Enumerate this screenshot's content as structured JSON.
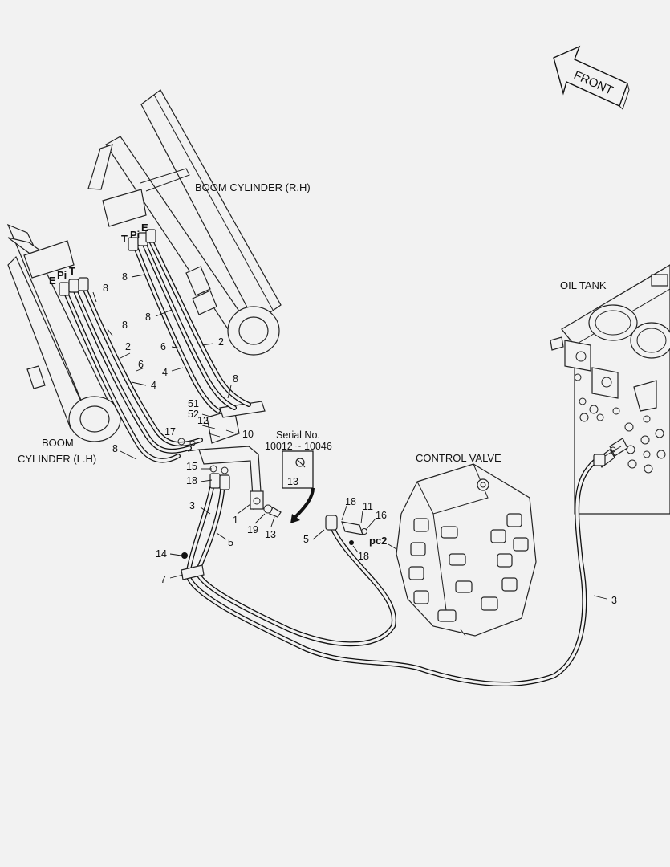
{
  "labels": {
    "front": "FRONT",
    "boom_rh": "BOOM CYLINDER (R.H)",
    "boom_lh_1": "BOOM",
    "boom_lh_2": "CYLINDER (L.H)",
    "oil_tank": "OIL TANK",
    "control_valve": "CONTROL VALVE",
    "serial_title": "Serial No.",
    "serial_range": "10012 ~ 10046",
    "serial_part": "13",
    "port_pc2": "pc2"
  },
  "ports": {
    "rh": [
      "T",
      "Pi",
      "E"
    ],
    "lh": [
      "E",
      "Pi",
      "T"
    ]
  },
  "callouts": {
    "p8a": "8",
    "p8b": "8",
    "p8c": "8",
    "p8d": "8",
    "p8e": "8",
    "p8f": "8",
    "p2a": "2",
    "p2b": "2",
    "p6a": "6",
    "p6b": "6",
    "p4a": "4",
    "p4b": "4",
    "p51": "51",
    "p52": "52",
    "p12": "12",
    "p17": "17",
    "p10": "10",
    "p15": "15",
    "p18a": "18",
    "p3a": "3",
    "p1": "1",
    "p19": "19",
    "p13": "13",
    "p5a": "5",
    "p14": "14",
    "p7": "7",
    "p18b": "18",
    "p11": "11",
    "p16": "16",
    "p18c": "18",
    "p5b": "5",
    "p3b": "3"
  },
  "colors": {
    "line": "#111111",
    "background": "#f2f2f2"
  }
}
